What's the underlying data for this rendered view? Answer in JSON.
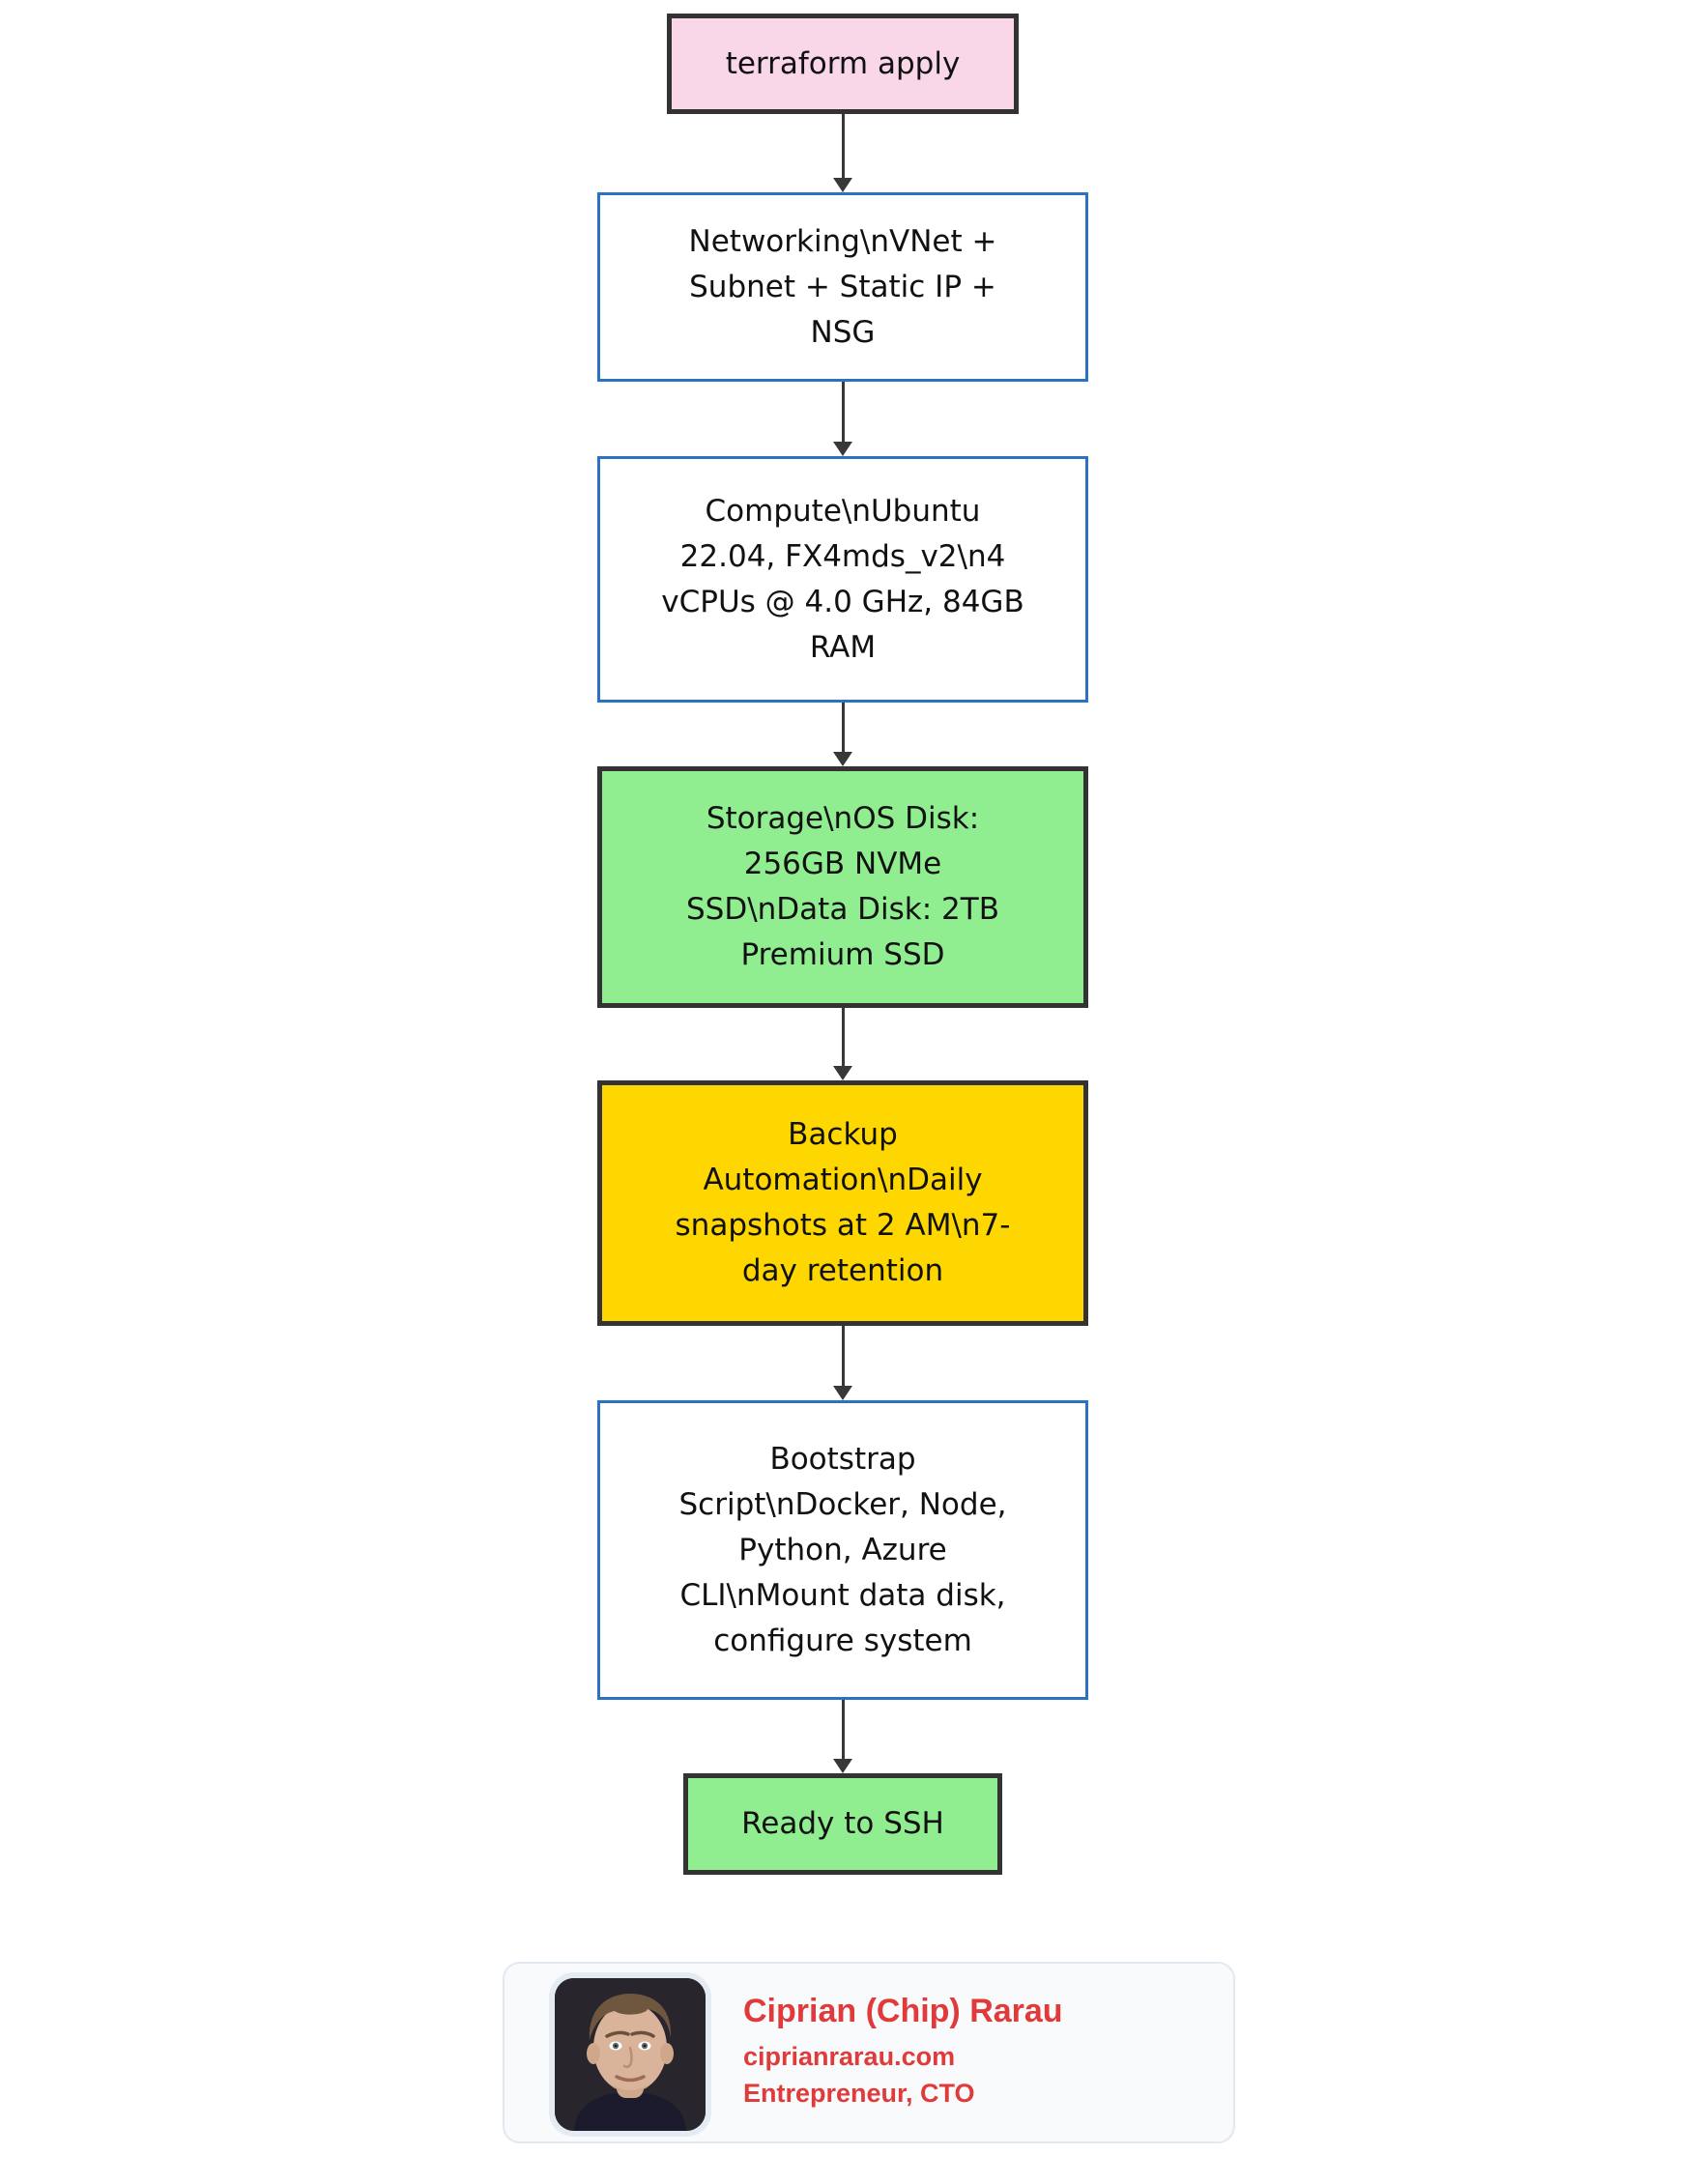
{
  "diagram": {
    "arrow_color": "#383838",
    "default_border_color": "#2b72c2",
    "styled_border_color": "#333333",
    "text_color": "#111111",
    "nodes": [
      {
        "id": "terraform-apply",
        "lines": [
          "terraform apply"
        ],
        "fill": "#f9d7e8",
        "stroke": "#333333"
      },
      {
        "id": "networking",
        "lines": [
          "Networking\\nVNet +",
          "Subnet + Static IP +",
          "NSG"
        ],
        "fill": "#ffffff",
        "stroke": "#2b72c2"
      },
      {
        "id": "compute",
        "lines": [
          "Compute\\nUbuntu",
          "22.04, FX4mds_v2\\n4",
          "vCPUs @ 4.0 GHz, 84GB",
          "RAM"
        ],
        "fill": "#ffffff",
        "stroke": "#2b72c2"
      },
      {
        "id": "storage",
        "lines": [
          "Storage\\nOS Disk:",
          "256GB NVMe",
          "SSD\\nData Disk: 2TB",
          "Premium SSD"
        ],
        "fill": "#90ee90",
        "stroke": "#333333"
      },
      {
        "id": "backup-automation",
        "lines": [
          "Backup",
          "Automation\\nDaily",
          "snapshots at 2 AM\\n7-",
          "day retention"
        ],
        "fill": "#ffd700",
        "stroke": "#333333"
      },
      {
        "id": "bootstrap-script",
        "lines": [
          "Bootstrap",
          "Script\\nDocker, Node,",
          "Python, Azure",
          "CLI\\nMount data disk,",
          "configure system"
        ],
        "fill": "#ffffff",
        "stroke": "#2b72c2"
      },
      {
        "id": "ready-to-ssh",
        "lines": [
          "Ready to SSH"
        ],
        "fill": "#90ee90",
        "stroke": "#333333"
      }
    ]
  },
  "author_card": {
    "name": "Ciprian (Chip) Rarau",
    "website": "ciprianrarau.com",
    "role": "Entrepreneur, CTO",
    "text_color": "#e03a3a",
    "background": "#f8fafc",
    "border_color": "#e2e8f0",
    "avatar": "portrait-photo"
  }
}
